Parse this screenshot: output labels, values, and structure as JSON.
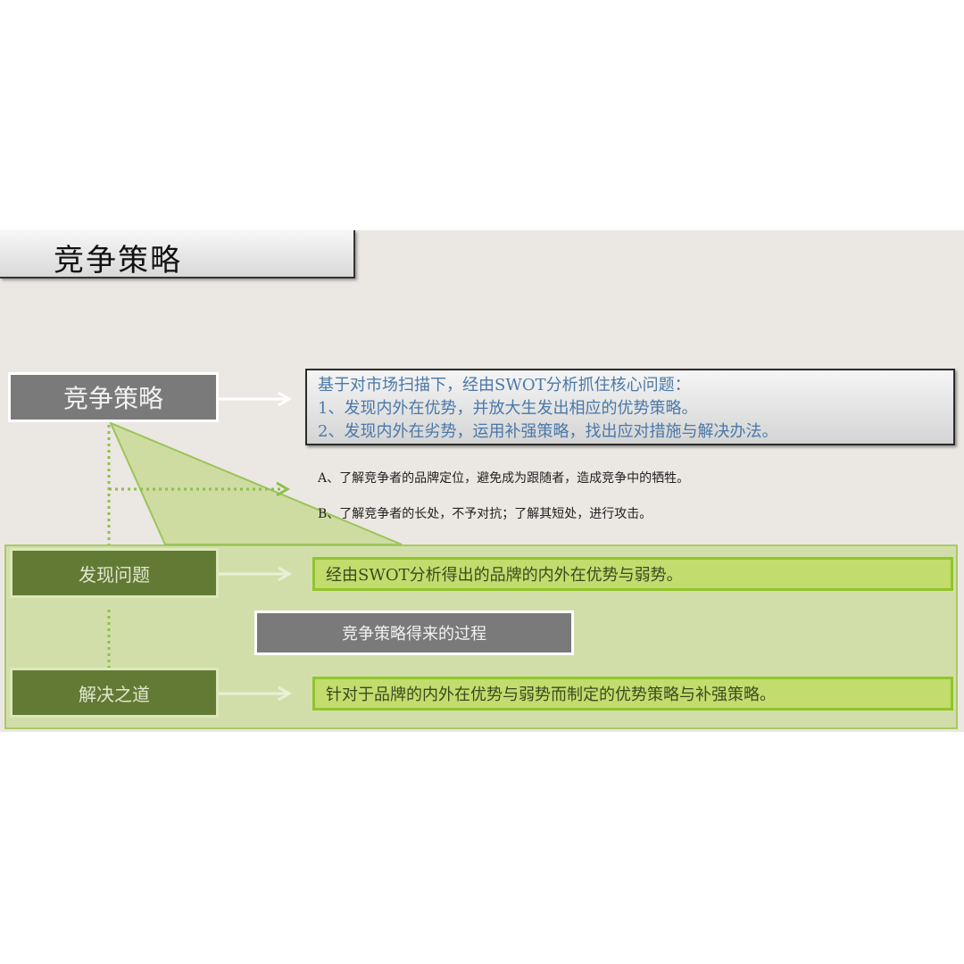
{
  "slide": {
    "title": "竞争策略",
    "main_node": "竞争策略",
    "info_box": {
      "lines": [
        "基于对市场扫描下，经由SWOT分析抓住核心问题：",
        "1、发现内外在优势，并放大生发出相应的优势策略。",
        "2、发现内外在劣势，运用补强策略，找出应对措施与解决办法。"
      ]
    },
    "notes": [
      "A、了解竞争者的品牌定位，避免成为跟随者，造成竞争中的牺牲。",
      "B、了解竞争者的长处，不予对抗；了解其短处，进行攻击。"
    ],
    "steps": [
      {
        "label": "发现问题",
        "description": "经由SWOT分析得出的品牌的内外在优势与弱势。"
      },
      {
        "label": "解决之道",
        "description": "针对于品牌的内外在优势与弱势而制定的优势策略与补强策略。"
      }
    ],
    "process_label": "竞争策略得来的过程",
    "colors": {
      "background": "#ebe7e2",
      "gray_box": "#7a7a7a",
      "dark_green": "#637a35",
      "lime": "#c2dc6e",
      "lime_border": "#92c42a",
      "info_text": "#4a78a8"
    }
  }
}
